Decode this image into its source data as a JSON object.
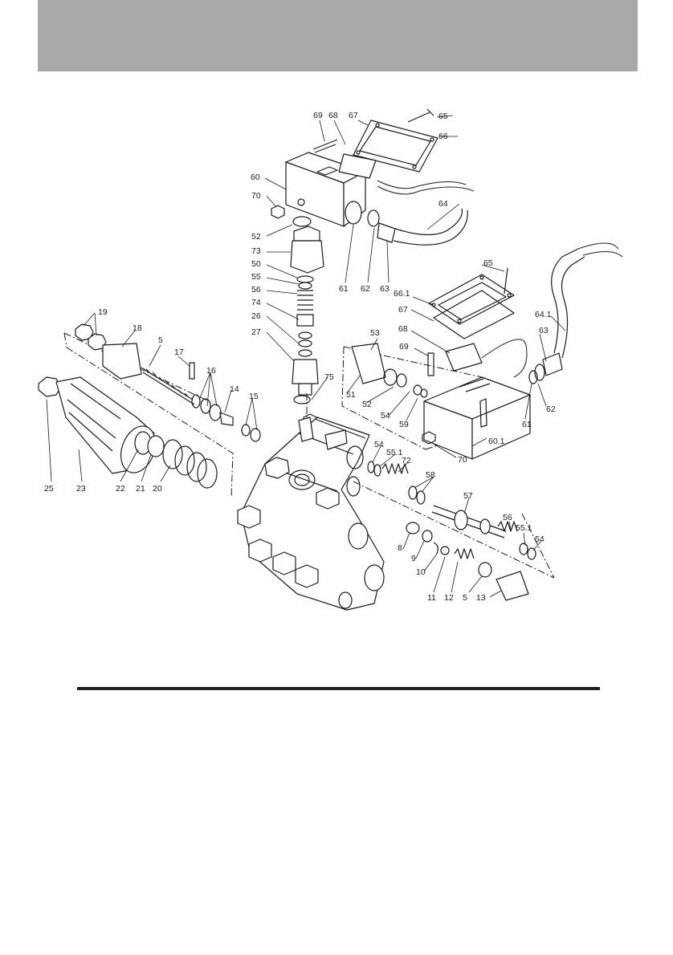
{
  "page": {
    "header_color": "#a8a8a8",
    "rule_color": "#222222"
  },
  "diagram": {
    "part_labels": [
      "69",
      "68",
      "67",
      "65",
      "66",
      "60",
      "70",
      "64",
      "52",
      "73",
      "50",
      "55",
      "56",
      "74",
      "26",
      "27",
      "75",
      "61",
      "62",
      "63",
      "65",
      "66.1",
      "67",
      "64.1",
      "68",
      "63",
      "69",
      "53",
      "51",
      "52",
      "54",
      "59",
      "62",
      "61",
      "60.1",
      "70",
      "19",
      "18",
      "5",
      "17",
      "16",
      "14",
      "15",
      "25",
      "23",
      "22",
      "21",
      "20",
      "54",
      "55.1",
      "72",
      "58",
      "57",
      "56",
      "55.1",
      "54",
      "8",
      "9",
      "10",
      "11",
      "12",
      "5",
      "13"
    ]
  }
}
